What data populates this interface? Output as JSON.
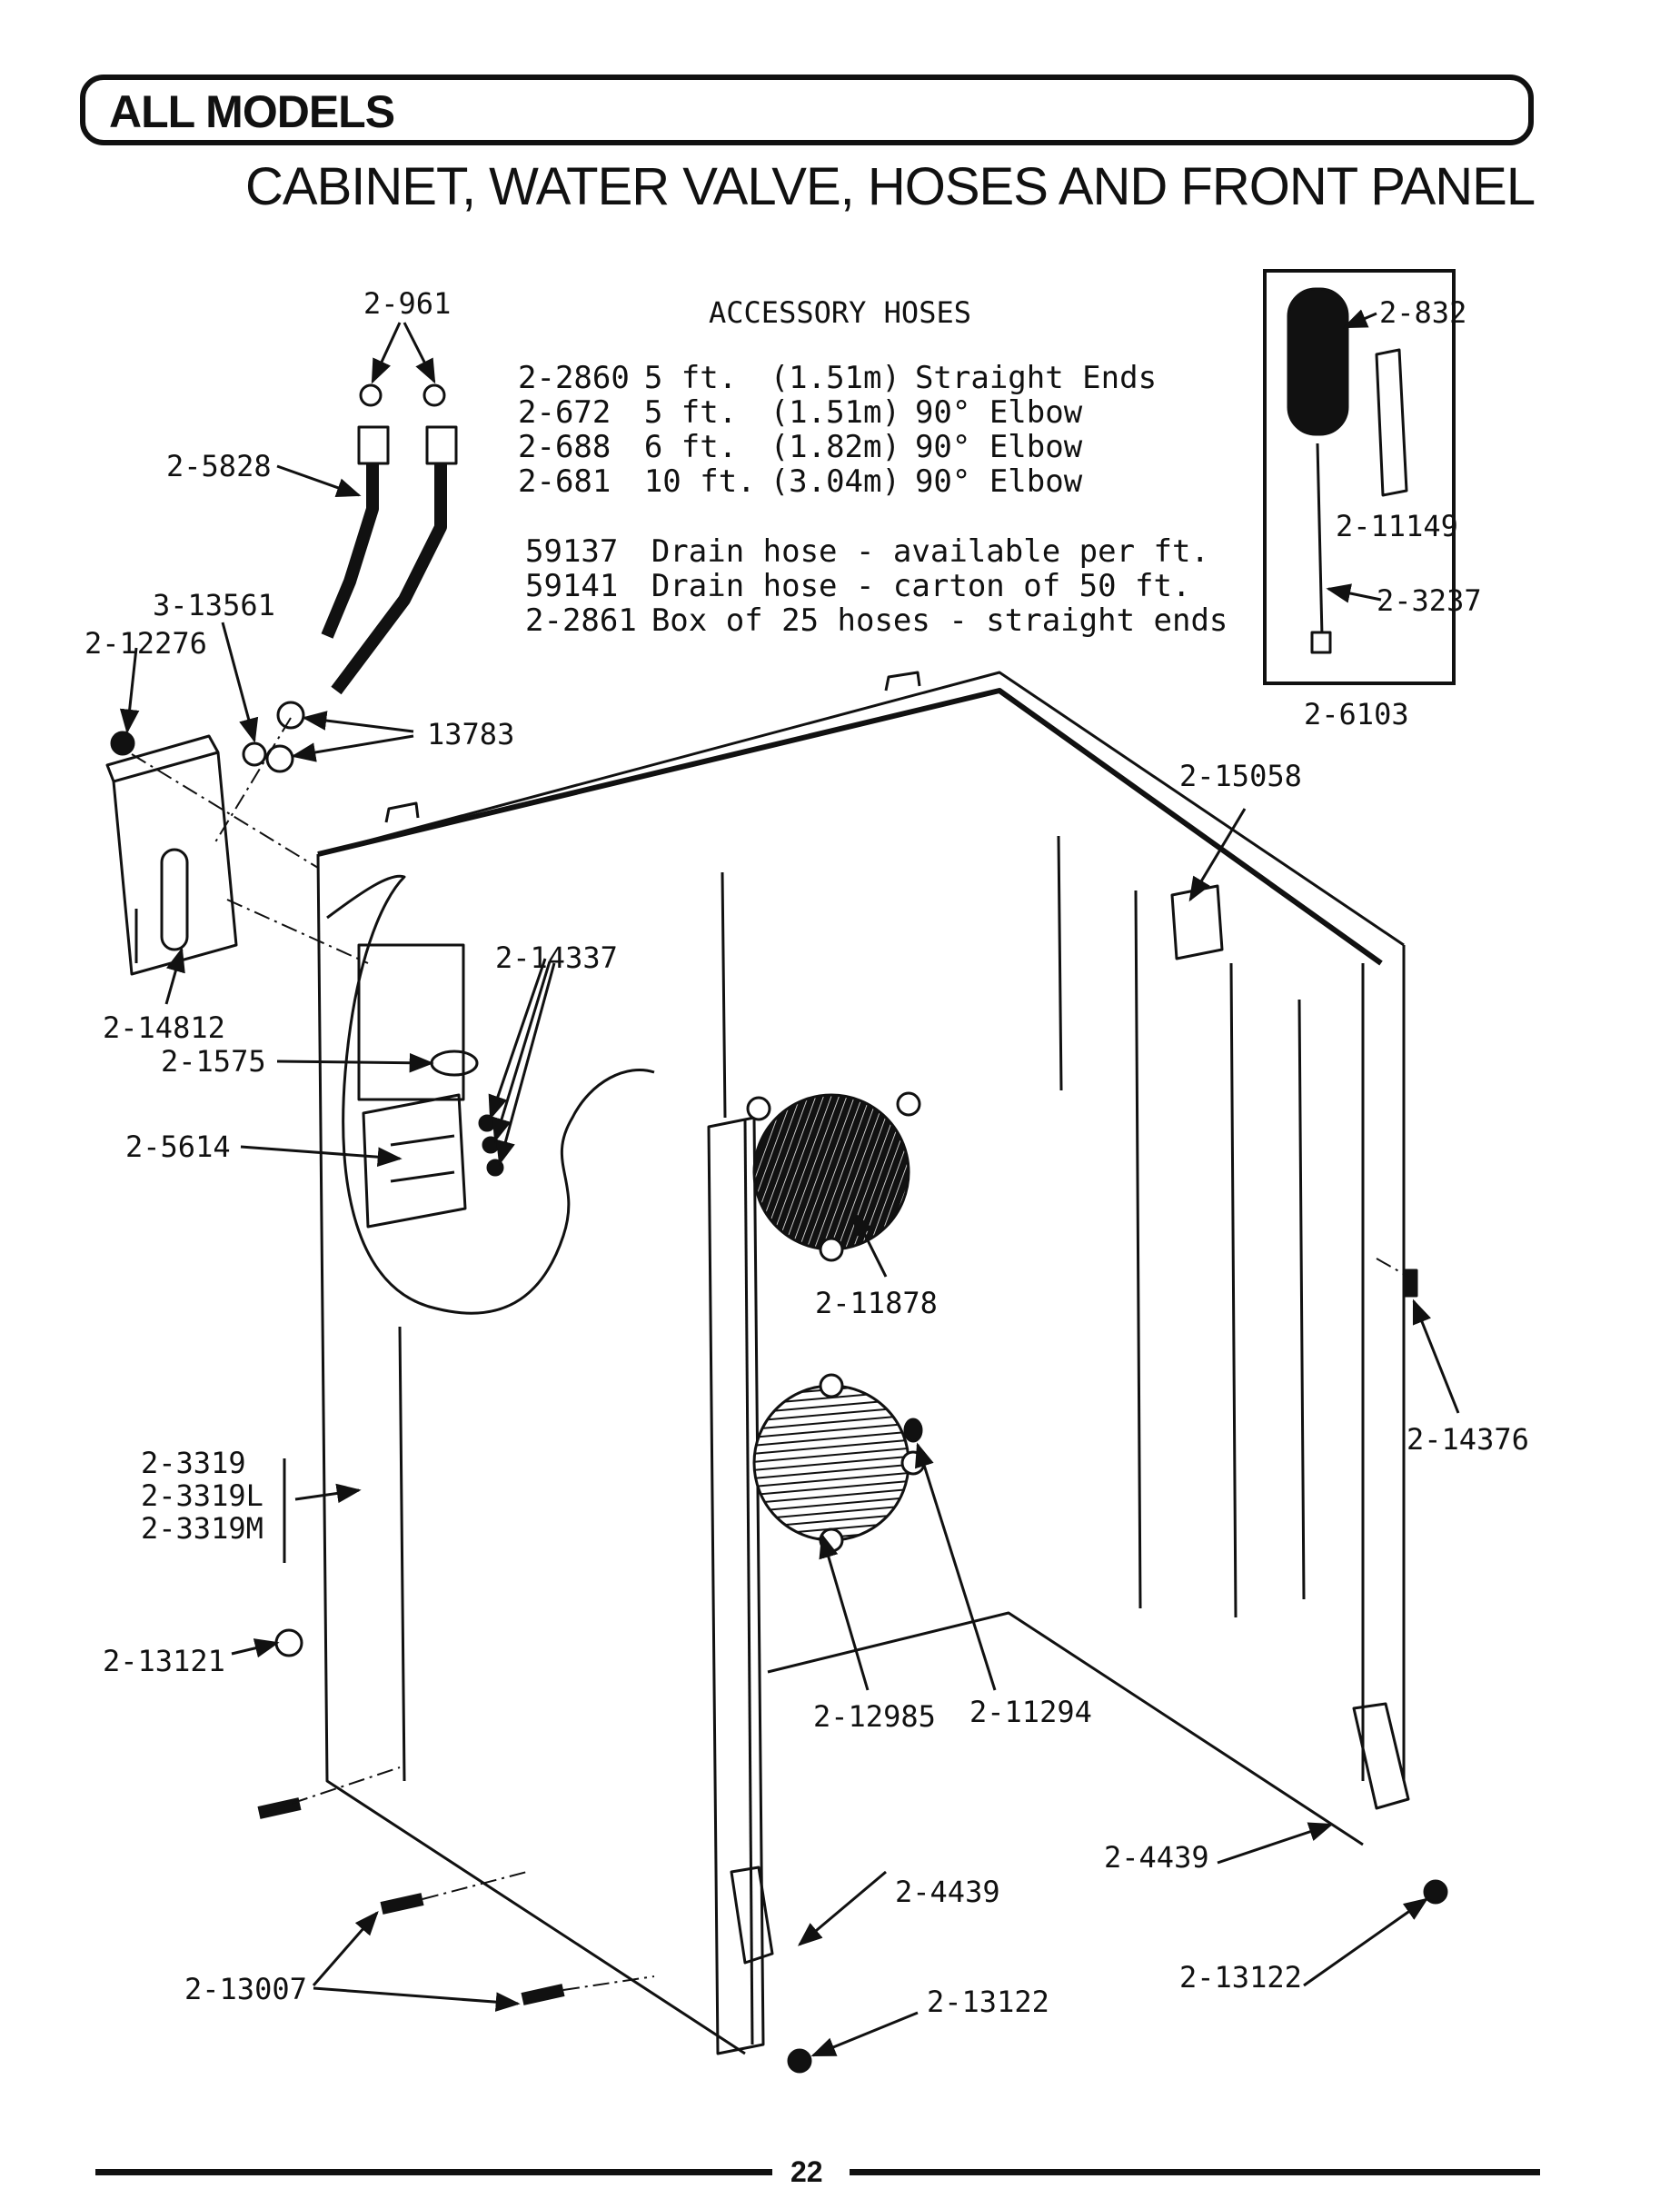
{
  "header": {
    "section": "ALL MODELS",
    "title": "CABINET, WATER VALVE, HOSES AND FRONT PANEL"
  },
  "accessory_hoses": {
    "heading": "ACCESSORY HOSES",
    "rows": [
      {
        "part": "2-2860",
        "length": "5 ft.",
        "metric": "(1.51m)",
        "type": "Straight Ends"
      },
      {
        "part": "2-672",
        "length": "5 ft.",
        "metric": "(1.51m)",
        "type": "90° Elbow"
      },
      {
        "part": "2-688",
        "length": "6 ft.",
        "metric": "(1.82m)",
        "type": "90° Elbow"
      },
      {
        "part": "2-681",
        "length": "10 ft.",
        "metric": "(3.04m)",
        "type": "90° Elbow"
      }
    ],
    "drain_rows": [
      {
        "part": "59137",
        "desc": "Drain hose - available per ft."
      },
      {
        "part": "59141",
        "desc": "Drain hose - carton of 50 ft."
      },
      {
        "part": "2-2861",
        "desc": "Box of 25 hoses - straight ends"
      }
    ]
  },
  "kit": {
    "parts": {
      "a": "2-832",
      "b": "2-11149",
      "c": "2-3237"
    },
    "kit_number": "2-6103"
  },
  "labels": {
    "p2_961": "2-961",
    "p2_5828": "2-5828",
    "p3_13561": "3-13561",
    "p2_12276": "2-12276",
    "p13783": "13783",
    "p2_14812": "2-14812",
    "p2_1575": "2-1575",
    "p2_5614": "2-5614",
    "p2_14337": "2-14337",
    "p2_15058": "2-15058",
    "p2_11878": "2-11878",
    "p2_14376": "2-14376",
    "p2_3319": "2-3319",
    "p2_3319L": "2-3319L",
    "p2_3319M": "2-3319M",
    "p2_13121": "2-13121",
    "p2_12985": "2-12985",
    "p2_11294": "2-11294",
    "p2_4439_left": "2-4439",
    "p2_4439_right": "2-4439",
    "p2_13122_left": "2-13122",
    "p2_13122_right": "2-13122",
    "p2_13007": "2-13007"
  },
  "page_number": "22"
}
